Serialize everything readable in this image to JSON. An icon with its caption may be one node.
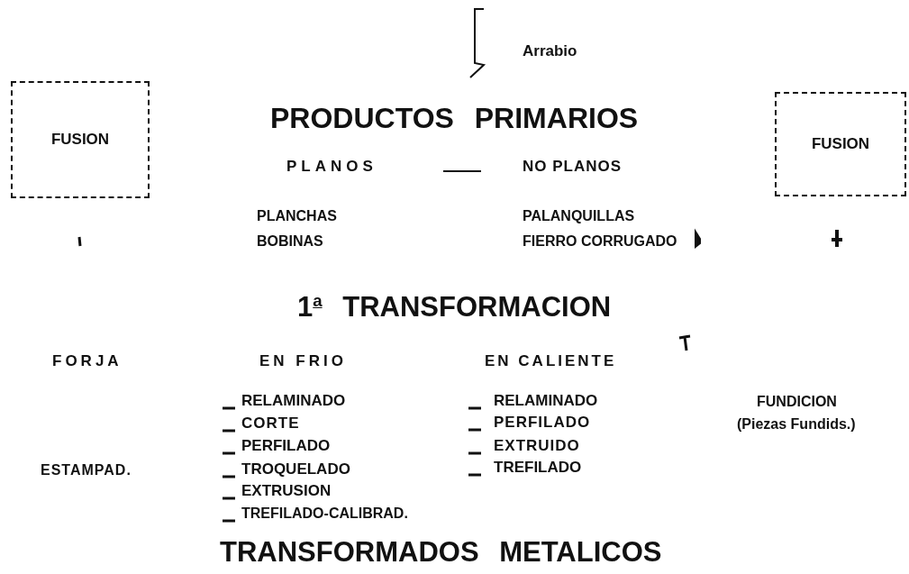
{
  "diagram": {
    "nodes": [
      {
        "text": [
          "FUSION"
        ]
      },
      {
        "text": [
          "FUSION"
        ]
      }
    ],
    "labels": [
      "Arrabio",
      "PRODUCTOS PRIMARIOS",
      "PLANOS",
      "NO PLANOS",
      "PLANCHAS",
      "BOBINAS",
      "PALANQUILLAS",
      "FIERRO CORRUGADO",
      "1$^{a}$ TRANSFORMACION",
      "FORJA",
      "EN FRIO",
      "EN CALIENTE",
      "RELAMINADO",
      "CORTE",
      "PERFILADO",
      "TROQUELADO",
      "EXTRUSION",
      "TREFILADO-CALIBRAD.",
      "RELAMINADO",
      "PERFILADO",
      "EXTRUIDO",
      "TREFILADO",
      "FUNDICION",
      "(Piezas Fundids.)",
      "ESTAMPAD.",
      "TRANSFORMADOS METALICOS"
    ]
  }
}
